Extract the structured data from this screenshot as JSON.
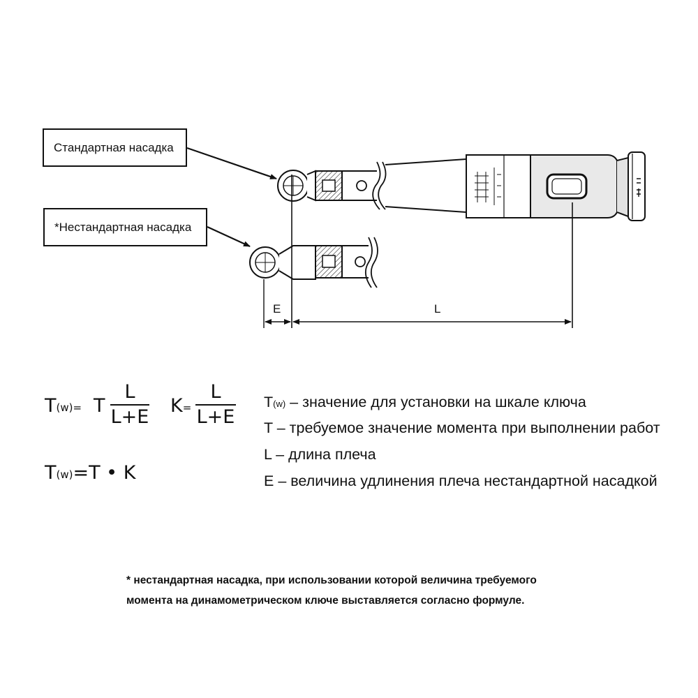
{
  "callouts": {
    "standard": "Стандартная насадка",
    "nonstandard": "*Нестандартная насадка"
  },
  "dimensions": {
    "e_label": "E",
    "l_label": "L"
  },
  "formulas": {
    "tw_lhs": "T",
    "tw_sub": "(w)",
    "eq": "=",
    "t_factor": "T",
    "frac_num": "L",
    "frac_den": "L+E",
    "k_lhs": "K",
    "k_eq": "=",
    "k_num": "L",
    "k_den": "L+E",
    "tw2_lhs": "T",
    "tw2_sub": "(w)",
    "tw2_rhs": "=T • K"
  },
  "legend": {
    "tw_symbol": "T",
    "tw_sub": "(w)",
    "tw_text": " – значение для установки на шкале ключа",
    "t_text": "T – требуемое значение момента при выполнении работ",
    "l_text": "L – длина плеча",
    "e_text": "E – величина удлинения плеча нестандартной насадкой"
  },
  "footnote": {
    "line1": "* нестандартная насадка, при использовании которой величина требуемого",
    "line2": "момента на динамометрическом ключе выставляется согласно формуле."
  },
  "colors": {
    "ink": "#111111",
    "background": "#ffffff",
    "hatch": "#555555",
    "handle_shade": "#e8e8e8"
  }
}
